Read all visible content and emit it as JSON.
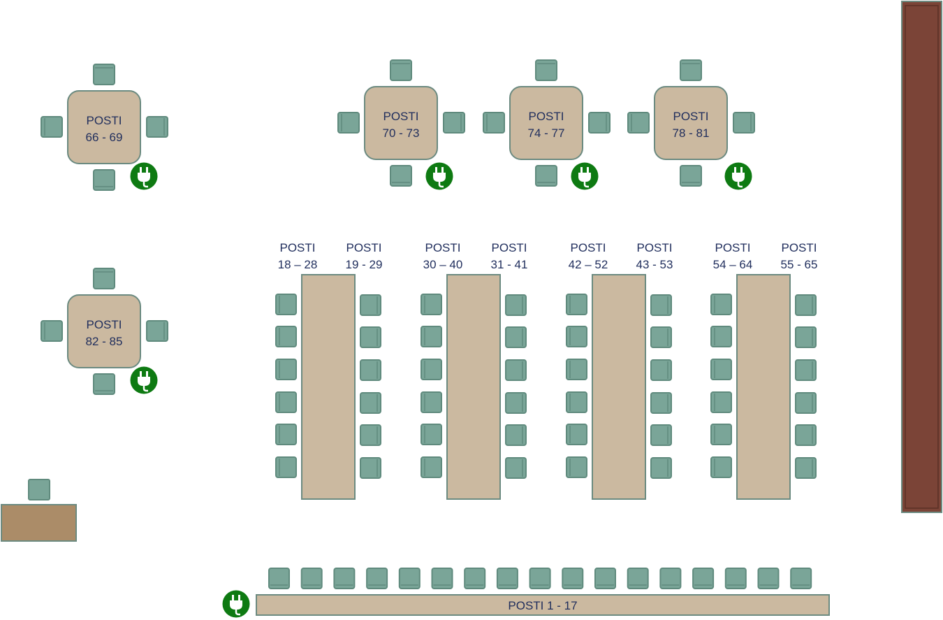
{
  "colors": {
    "table_fill": "#cbb9a0",
    "table_stroke": "#6b8a80",
    "chair_fill": "#7aa598",
    "chair_stroke": "#5f8a7d",
    "text": "#1f2d5c",
    "plug_bg": "#0e7a12",
    "wall_fill": "#7b4437",
    "desk_fill": "#ab8c68"
  },
  "round_tables": [
    {
      "line1": "POSTI",
      "line2": "66 - 69"
    },
    {
      "line1": "POSTI",
      "line2": "70 - 73"
    },
    {
      "line1": "POSTI",
      "line2": "74 - 77"
    },
    {
      "line1": "POSTI",
      "line2": "78 - 81"
    },
    {
      "line1": "POSTI",
      "line2": "82 - 85"
    }
  ],
  "long_tables": [
    {
      "left": {
        "line1": "POSTI",
        "line2": "18 – 28"
      },
      "right": {
        "line1": "POSTI",
        "line2": "19 - 29"
      }
    },
    {
      "left": {
        "line1": "POSTI",
        "line2": "30 – 40"
      },
      "right": {
        "line1": "POSTI",
        "line2": "31 - 41"
      }
    },
    {
      "left": {
        "line1": "POSTI",
        "line2": "42 – 52"
      },
      "right": {
        "line1": "POSTI",
        "line2": "43 - 53"
      }
    },
    {
      "left": {
        "line1": "POSTI",
        "line2": "54 – 64"
      },
      "right": {
        "line1": "POSTI",
        "line2": "55 - 65"
      }
    }
  ],
  "bench": {
    "label": "POSTI 1 - 17"
  },
  "icons": {
    "outlet": "power-plug-icon",
    "chair": "chair-icon"
  }
}
